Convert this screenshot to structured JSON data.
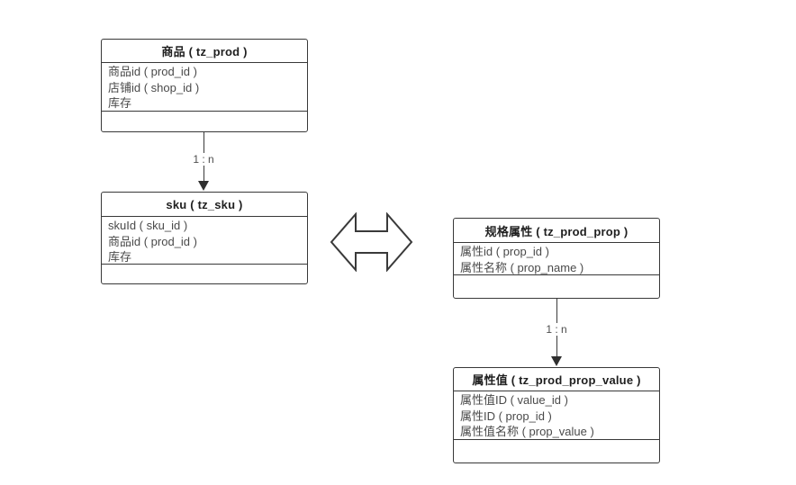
{
  "diagram": {
    "background": "#ffffff",
    "stroke_color": "#383838",
    "text_color": "#4a4a4a",
    "tables": [
      {
        "title": "商品 ( tz_prod )",
        "fields": [
          "商品id ( prod_id )",
          "店铺id ( shop_id )",
          "库存"
        ]
      },
      {
        "title": "sku ( tz_sku )",
        "fields": [
          "skuId ( sku_id )",
          "商品id ( prod_id )",
          "库存"
        ]
      },
      {
        "title": "规格属性 ( tz_prod_prop )",
        "fields": [
          "属性id ( prop_id )",
          "属性名称 ( prop_name )"
        ]
      },
      {
        "title": "属性值 ( tz_prod_prop_value )",
        "fields": [
          "属性值ID ( value_id )",
          "属性ID ( prop_id )",
          "属性值名称 ( prop_value )"
        ]
      }
    ],
    "connectors": [
      {
        "label": "1 : n",
        "from": "商品 ( tz_prod )",
        "to": "sku ( tz_sku )"
      },
      {
        "label": "1 : n",
        "from": "规格属性 ( tz_prod_prop )",
        "to": "属性值 ( tz_prod_prop_value )"
      }
    ],
    "relation_symbol": "two-way-arrow"
  }
}
